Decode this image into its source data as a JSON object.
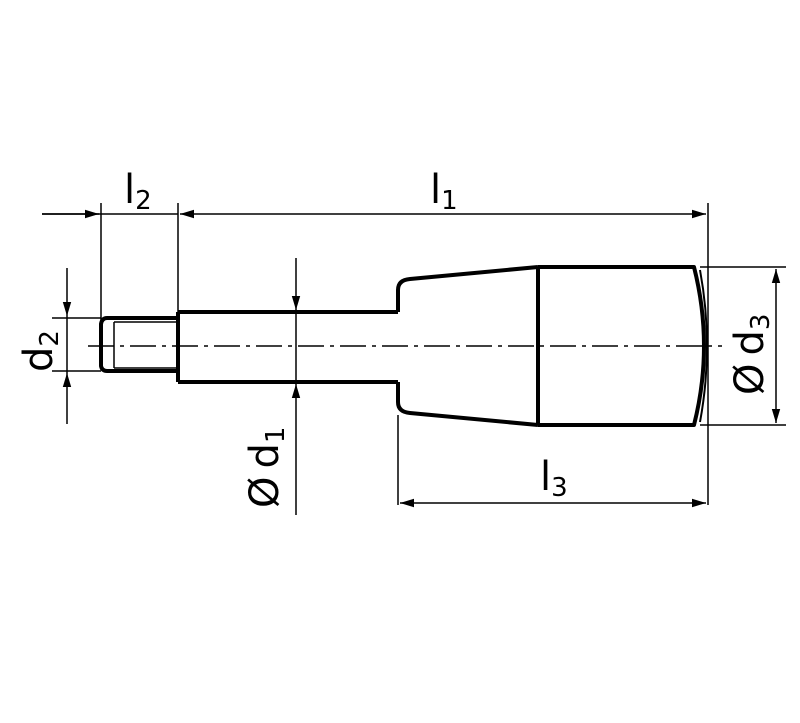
{
  "labels": {
    "l1": {
      "main": "l",
      "sub": "1"
    },
    "l2": {
      "main": "l",
      "sub": "2"
    },
    "l3": {
      "main": "l",
      "sub": "3"
    },
    "d1": {
      "prefix": "Ø",
      "main": "d",
      "sub": "1"
    },
    "d2": {
      "main": "d",
      "sub": "2"
    },
    "d3": {
      "prefix": "Ø",
      "main": "d",
      "sub": "3"
    }
  },
  "colors": {
    "line": "#000000",
    "background": "#ffffff"
  }
}
